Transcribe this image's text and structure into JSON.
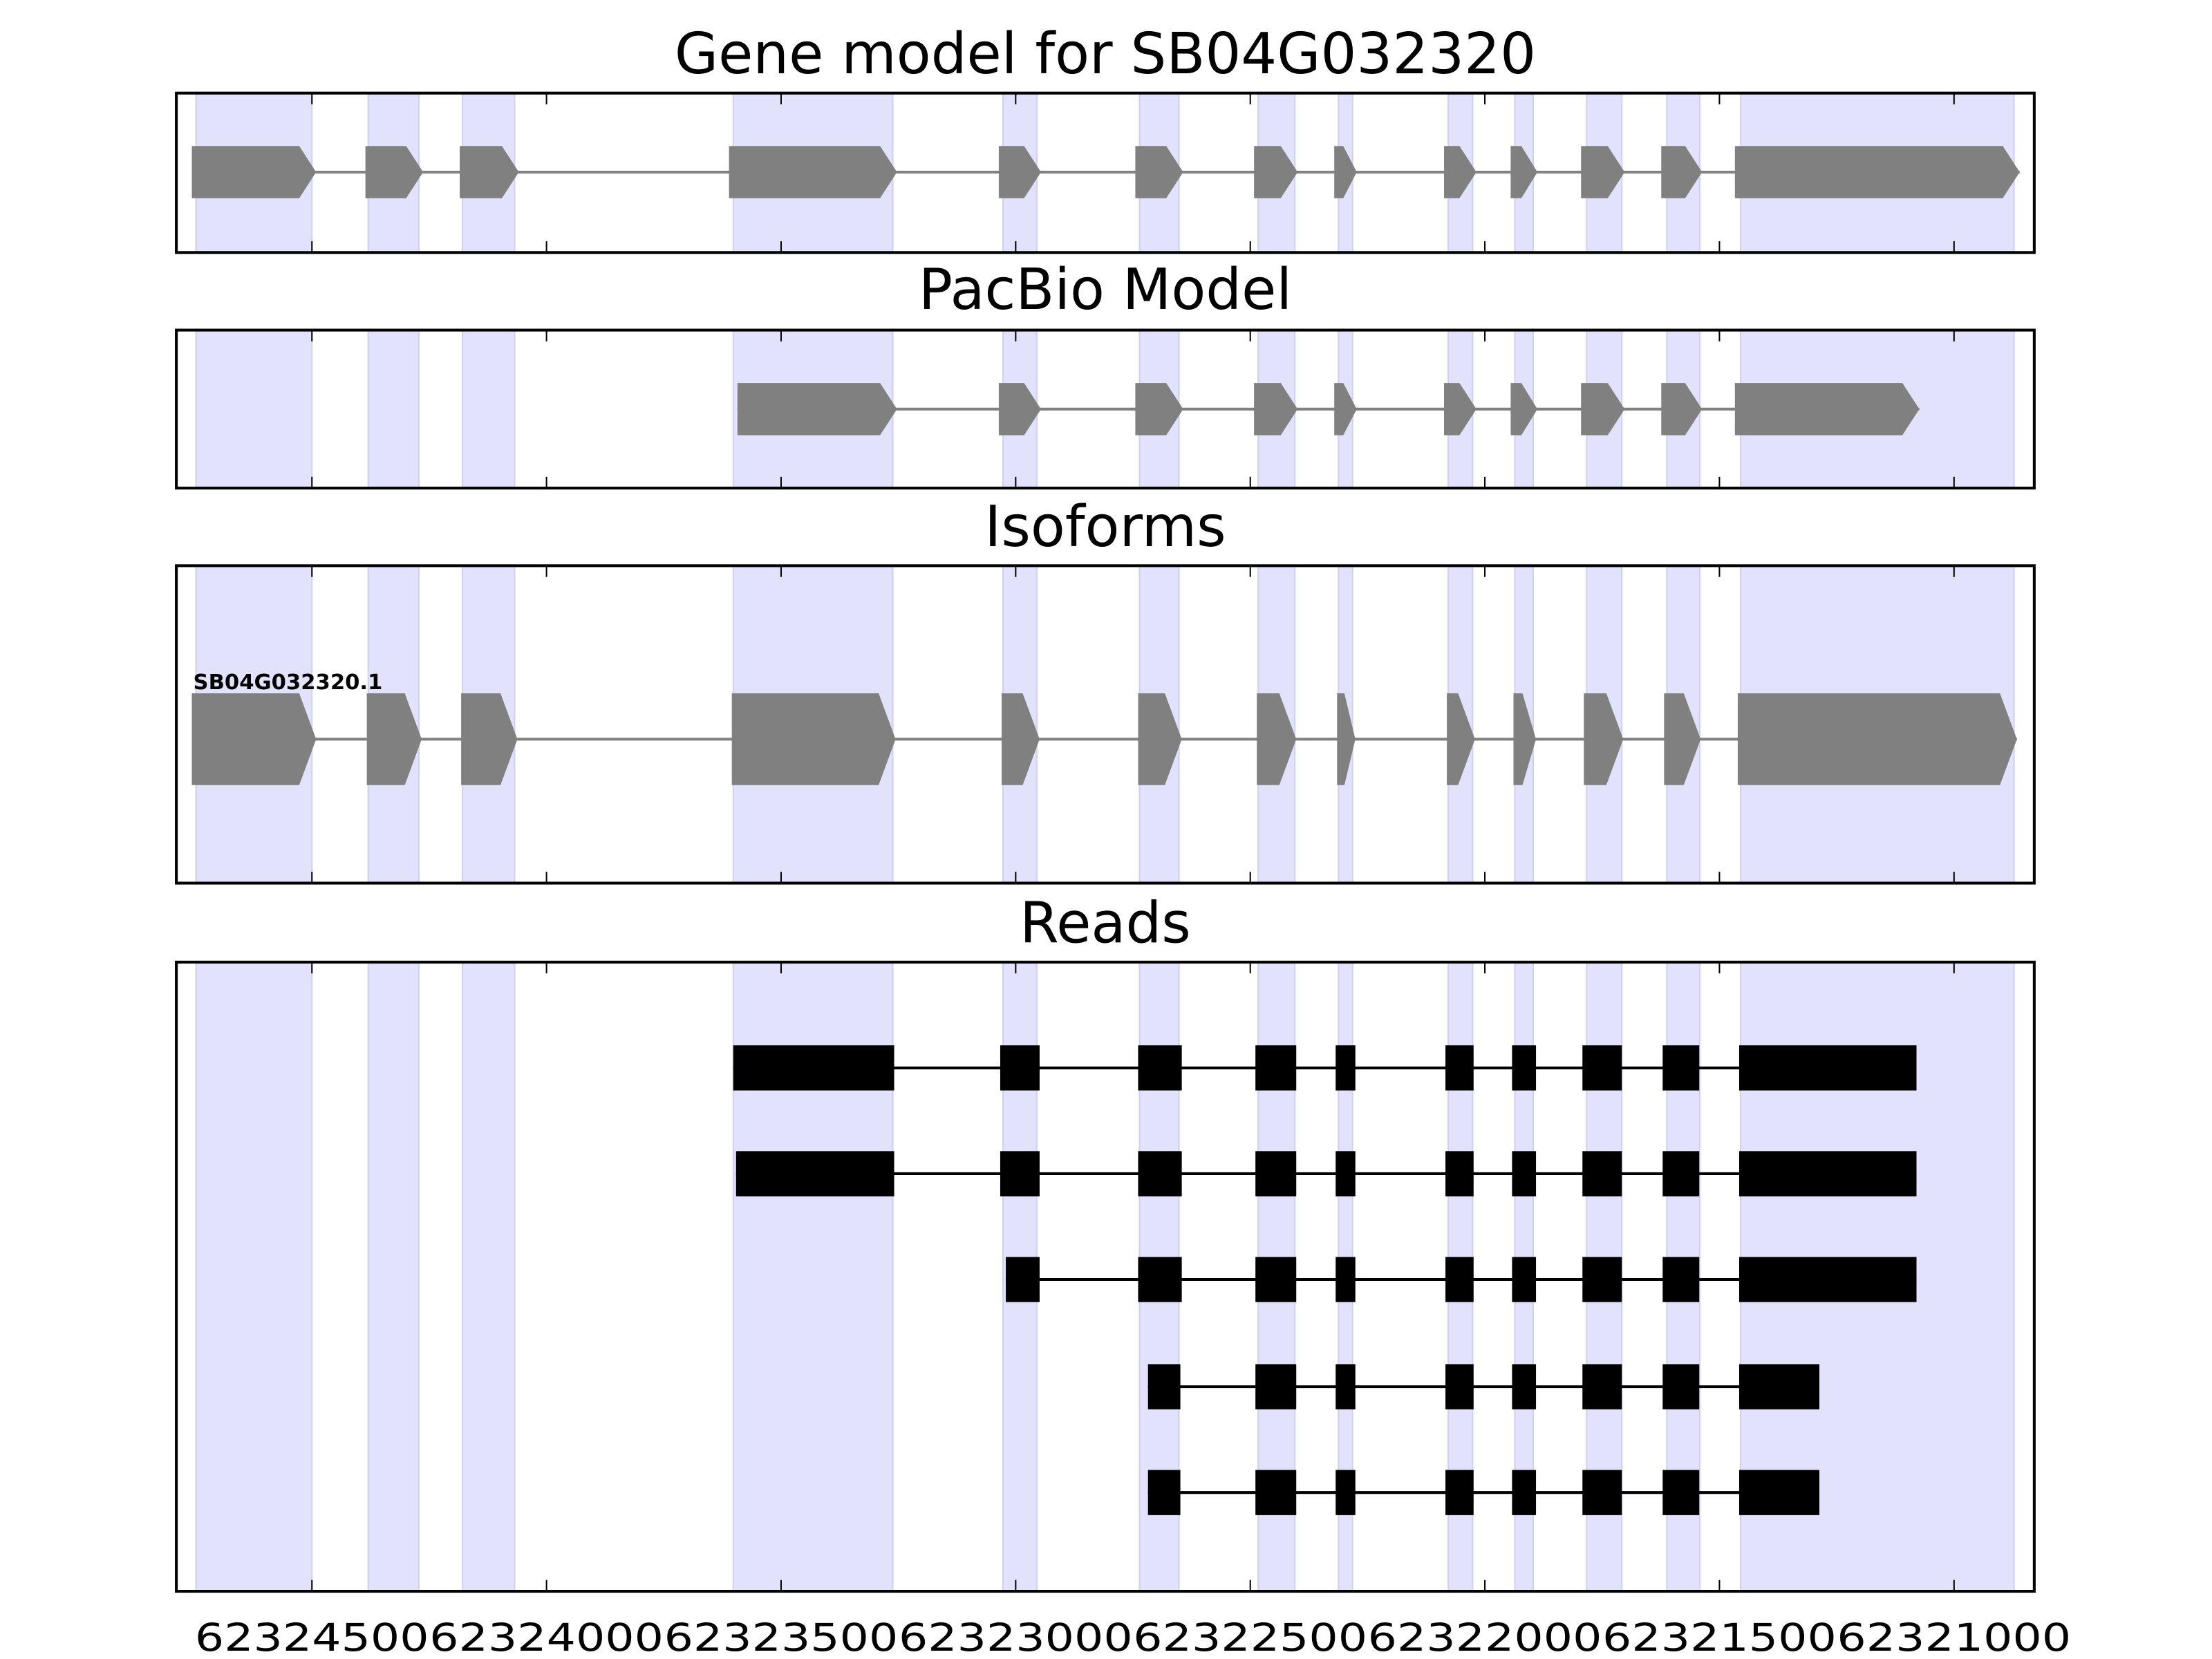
{
  "chart_data": {
    "type": "gene-track",
    "xlim": [
      62324789,
      62320829
    ],
    "xticks": [
      62324500,
      62324000,
      62323500,
      62323000,
      62322500,
      62322000,
      62321500,
      62321000
    ],
    "xtick_labels": [
      "62324500",
      "62324000",
      "62323500",
      "62323000",
      "62322500",
      "62322000",
      "62321500",
      "62321000"
    ],
    "highlight_color": "#e2e2fd",
    "exon_color": "#808080",
    "read_color": "#000000",
    "highlight_regions": [
      [
        62324747,
        62324500
      ],
      [
        62324380,
        62324272
      ],
      [
        62324179,
        62324068
      ],
      [
        62323602,
        62323262
      ],
      [
        62323027,
        62322955
      ],
      [
        62322736,
        62322652
      ],
      [
        62322483,
        62322405
      ],
      [
        62322312,
        62322282
      ],
      [
        62322078,
        62322026
      ],
      [
        62321936,
        62321897
      ],
      [
        62321783,
        62321708
      ],
      [
        62321612,
        62321542
      ],
      [
        62321455,
        62320872
      ]
    ],
    "panels": [
      {
        "title": "Gene model for SB04G032320",
        "kind": "model",
        "tracks": [
          {
            "label": "",
            "exons": [
              [
                62324756,
                62324491
              ],
              [
                62324386,
                62324263
              ],
              [
                62324185,
                62324059
              ],
              [
                62323611,
                62323253
              ],
              [
                62323036,
                62322946
              ],
              [
                62322745,
                62322643
              ],
              [
                62322492,
                62322399
              ],
              [
                62322321,
                62322273
              ],
              [
                62322087,
                62322018
              ],
              [
                62321945,
                62321888
              ],
              [
                62321795,
                62321702
              ],
              [
                62321624,
                62321537
              ],
              [
                62321467,
                62320860
              ]
            ]
          }
        ]
      },
      {
        "title": "PacBio Model",
        "kind": "model",
        "tracks": [
          {
            "label": "",
            "exons": [
              [
                62323593,
                62323253
              ],
              [
                62323036,
                62322946
              ],
              [
                62322745,
                62322643
              ],
              [
                62322492,
                62322399
              ],
              [
                62322321,
                62322273
              ],
              [
                62322087,
                62322018
              ],
              [
                62321945,
                62321888
              ],
              [
                62321795,
                62321702
              ],
              [
                62321624,
                62321537
              ],
              [
                62321467,
                62321074
              ]
            ]
          }
        ]
      },
      {
        "title": "Isoforms",
        "kind": "isoform",
        "tracks": [
          {
            "label": "SB04G032320.1",
            "exons": [
              [
                62324756,
                62324491
              ],
              [
                62324383,
                62324266
              ],
              [
                62324182,
                62324062
              ],
              [
                62323605,
                62323256
              ],
              [
                62323030,
                62322949
              ],
              [
                62322739,
                62322646
              ],
              [
                62322486,
                62322402
              ],
              [
                62322315,
                62322276
              ],
              [
                62322081,
                62322021
              ],
              [
                62321939,
                62321891
              ],
              [
                62321789,
                62321705
              ],
              [
                62321618,
                62321540
              ],
              [
                62321461,
                62320866
              ]
            ]
          }
        ]
      },
      {
        "title": "Reads",
        "kind": "reads",
        "tracks": [
          {
            "label": "",
            "exons": [
              [
                62323602,
                62323259
              ],
              [
                62323033,
                62322949
              ],
              [
                62322739,
                62322646
              ],
              [
                62322489,
                62322402
              ],
              [
                62322318,
                62322276
              ],
              [
                62322084,
                62322024
              ],
              [
                62321942,
                62321891
              ],
              [
                62321792,
                62321708
              ],
              [
                62321621,
                62321543
              ],
              [
                62321458,
                62321080
              ]
            ]
          },
          {
            "label": "",
            "exons": [
              [
                62323596,
                62323259
              ],
              [
                62323033,
                62322949
              ],
              [
                62322739,
                62322646
              ],
              [
                62322489,
                62322402
              ],
              [
                62322318,
                62322276
              ],
              [
                62322084,
                62322024
              ],
              [
                62321942,
                62321891
              ],
              [
                62321792,
                62321708
              ],
              [
                62321621,
                62321543
              ],
              [
                62321458,
                62321080
              ]
            ]
          },
          {
            "label": "",
            "exons": [
              [
                62323021,
                62322949
              ],
              [
                62322739,
                62322646
              ],
              [
                62322489,
                62322402
              ],
              [
                62322318,
                62322276
              ],
              [
                62322084,
                62322024
              ],
              [
                62321942,
                62321891
              ],
              [
                62321792,
                62321708
              ],
              [
                62321621,
                62321543
              ],
              [
                62321458,
                62321080
              ]
            ]
          },
          {
            "label": "",
            "exons": [
              [
                62322718,
                62322649
              ],
              [
                62322489,
                62322402
              ],
              [
                62322318,
                62322276
              ],
              [
                62322084,
                62322024
              ],
              [
                62321942,
                62321891
              ],
              [
                62321792,
                62321708
              ],
              [
                62321621,
                62321543
              ],
              [
                62321458,
                62321287
              ]
            ]
          },
          {
            "label": "",
            "exons": [
              [
                62322718,
                62322649
              ],
              [
                62322489,
                62322402
              ],
              [
                62322318,
                62322276
              ],
              [
                62322084,
                62322024
              ],
              [
                62321942,
                62321891
              ],
              [
                62321792,
                62321708
              ],
              [
                62321621,
                62321543
              ],
              [
                62321458,
                62321287
              ]
            ]
          }
        ]
      }
    ]
  }
}
